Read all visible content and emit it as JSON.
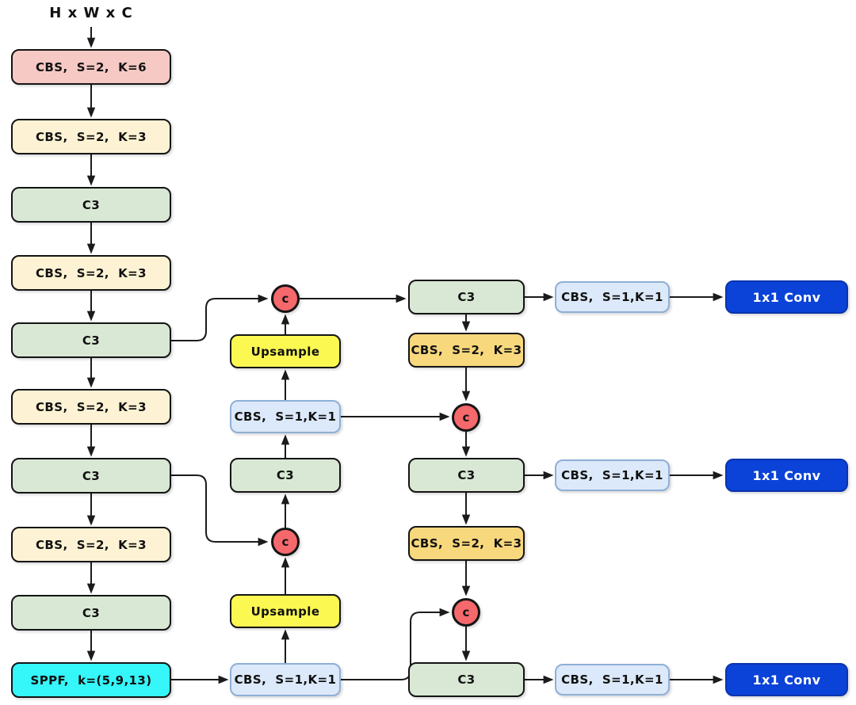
{
  "input_label": "H x W x C",
  "backbone": [
    "CBS,  S=2,  K=6",
    "CBS,  S=2,  K=3",
    "C3",
    "CBS,  S=2,  K=3",
    "C3",
    "CBS,  S=2,  K=3",
    "C3",
    "CBS,  S=2,  K=3",
    "C3",
    "SPPF,  k=(5,9,13)"
  ],
  "neck": [
    "Upsample",
    "CBS,  S=1,K=1",
    "C3",
    "Upsample",
    "CBS,  S=1,K=1"
  ],
  "head": [
    "C3",
    "CBS,  S=2,  K=3",
    "C3",
    "CBS,  S=2,  K=3",
    "C3"
  ],
  "outputs": [
    {
      "cbs": "CBS,  S=1,K=1",
      "conv": "1x1 Conv"
    },
    {
      "cbs": "CBS,  S=1,K=1",
      "conv": "1x1 Conv"
    },
    {
      "cbs": "CBS,  S=1,K=1",
      "conv": "1x1 Conv"
    }
  ],
  "concats": [
    "c",
    "c",
    "c",
    "c"
  ],
  "colors": {
    "stem_block": "#f6c9c5",
    "backbone_cbs": "#fdf3d4",
    "c3_block": "#d9e8d5",
    "head_cbs": "#f8d87c",
    "upsample_block": "#fbf852",
    "cbs_1x1_block": "#dce9fa",
    "cbs_1x1_border": "#8fafd6",
    "sppf_block": "#35f6f8",
    "concat_node": "#f5686b",
    "conv_out_block": "#0b43d8",
    "arrow": "#1b1b1b"
  }
}
